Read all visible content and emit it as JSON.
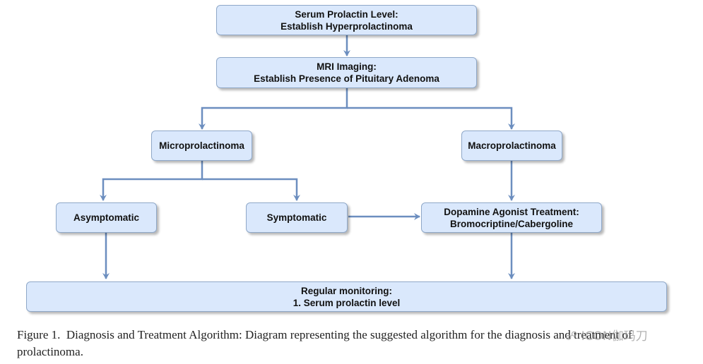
{
  "diagram": {
    "nodes": {
      "serum": {
        "line1": "Serum Prolactin Level:",
        "line2": "Establish Hyperprolactinoma"
      },
      "mri": {
        "line1": "MRI Imaging:",
        "line2": "Establish Presence of Pituitary Adenoma"
      },
      "micro": {
        "label": "Microprolactinoma"
      },
      "macro": {
        "label": "Macroprolactinoma"
      },
      "asymptomatic": {
        "label": "Asymptomatic"
      },
      "symptomatic": {
        "label": "Symptomatic"
      },
      "dopamine": {
        "line1": "Dopamine Agonist Treatment:",
        "line2": "Bromocriptine/Cabergoline"
      },
      "monitoring": {
        "line1": "Regular monitoring:",
        "line2": "1. Serum prolactin level"
      }
    },
    "edges": [
      {
        "from": "serum",
        "to": "mri"
      },
      {
        "from": "mri",
        "to": "micro"
      },
      {
        "from": "mri",
        "to": "macro"
      },
      {
        "from": "micro",
        "to": "asymptomatic"
      },
      {
        "from": "micro",
        "to": "symptomatic"
      },
      {
        "from": "symptomatic",
        "to": "dopamine"
      },
      {
        "from": "macro",
        "to": "dopamine"
      },
      {
        "from": "asymptomatic",
        "to": "monitoring"
      },
      {
        "from": "dopamine",
        "to": "monitoring"
      }
    ],
    "edge_color": "#6c8ebf",
    "node_fill": "#dae8fc"
  },
  "caption": {
    "label": "Figure 1.",
    "text": "Diagnosis and Treatment Algorithm: Diagram representing the suggested algorithm for the diagnosis and treatment of prolactinoma."
  },
  "watermark": {
    "text": "ICON伽玛刀"
  }
}
